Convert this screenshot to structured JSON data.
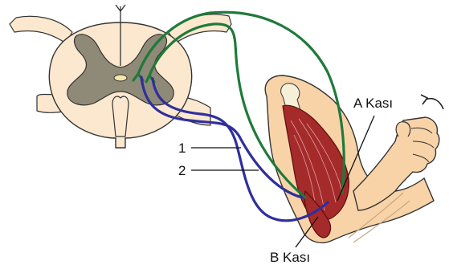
{
  "labels": {
    "pathway_1": "1",
    "pathway_2": "2",
    "muscle_a": "A Kası",
    "muscle_b": "B Kası"
  },
  "colors": {
    "gray_matter": "#8f8a78",
    "cord_tissue": "#fbe8cf",
    "arm_skin": "#f8d3a8",
    "muscle": "#a52a2a",
    "motor_neuron_green": "#1f7a3a",
    "motor_neuron_blue": "#2f2f9c",
    "outline": "#333333"
  },
  "icons": {
    "rotation_arrow": "curved-arrow-icon"
  }
}
